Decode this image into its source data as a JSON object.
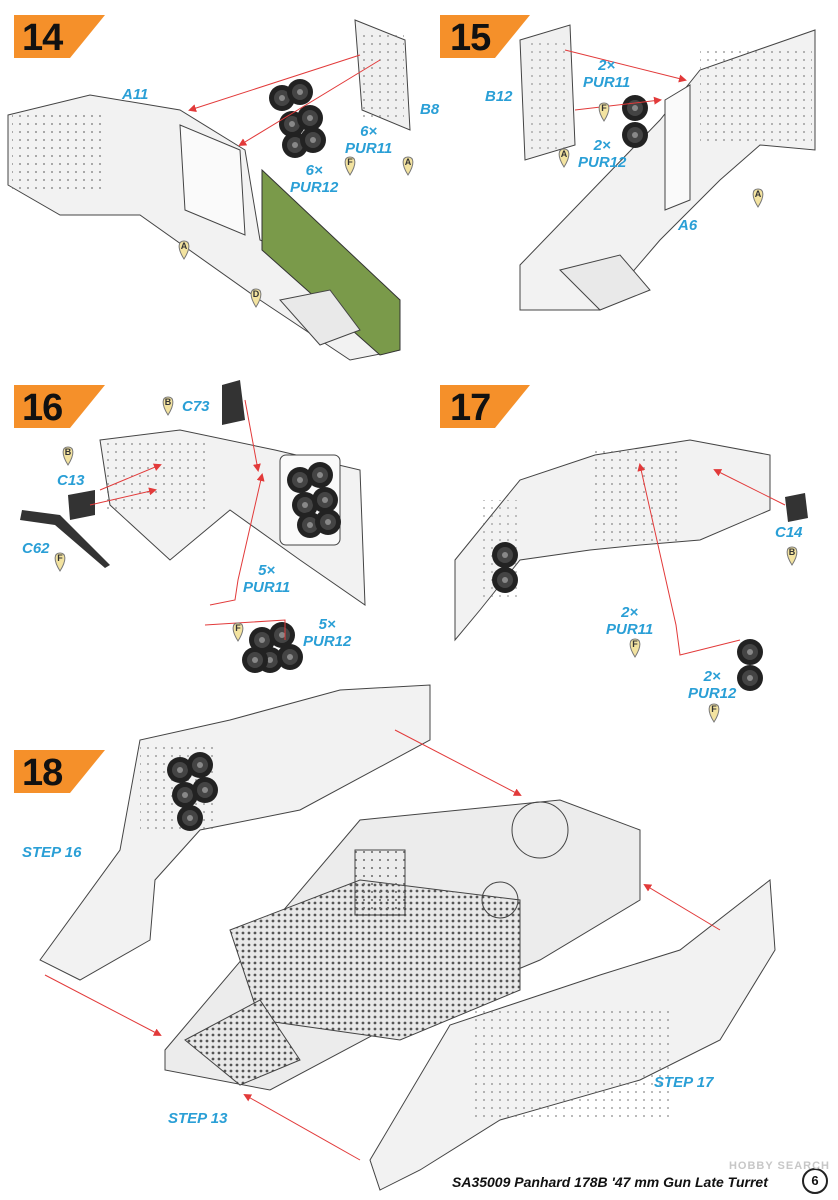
{
  "steps": {
    "s14": {
      "number": "14",
      "labels": {
        "a11": "A11",
        "b8": "B8",
        "pur11": "6×\nPUR11",
        "pur12": "6×\nPUR12"
      }
    },
    "s15": {
      "number": "15",
      "labels": {
        "b12": "B12",
        "a6": "A6",
        "pur11": "2×\nPUR11",
        "pur12": "2×\nPUR12"
      }
    },
    "s16": {
      "number": "16",
      "labels": {
        "c73": "C73",
        "c13": "C13",
        "c62": "C62",
        "pur11": "5×\nPUR11",
        "pur12": "5×\nPUR12"
      }
    },
    "s17": {
      "number": "17",
      "labels": {
        "c14": "C14",
        "pur11": "2×\nPUR11",
        "pur12": "2×\nPUR12"
      }
    },
    "s18": {
      "number": "18",
      "labels": {
        "step16": "STEP 16",
        "step17": "STEP 17",
        "step13": "STEP 13"
      }
    }
  },
  "glue_tags": {
    "a": "A",
    "b": "B",
    "d": "D",
    "f": "F"
  },
  "footer": {
    "title": "SA35009 Panhard 178B '47 mm Gun Late Turret",
    "page_number": "6",
    "watermark": "HOBBY SEARCH"
  },
  "colors": {
    "badge": "#f5902a",
    "label": "#2a9fd6",
    "arrow": "#e23a3a",
    "panel_green": "#7a9a4a",
    "line": "#444444"
  }
}
